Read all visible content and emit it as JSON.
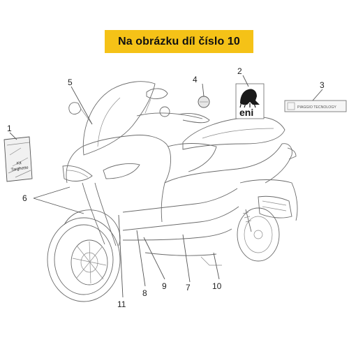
{
  "banner": {
    "text": "Na obrázku díl číslo 10",
    "color": "#f5c217"
  },
  "callouts": {
    "c1": "1",
    "c2": "2",
    "c3": "3",
    "c4": "4",
    "c5": "5",
    "c6": "6",
    "c7": "7",
    "c8": "8",
    "c9": "9",
    "c10": "10",
    "c11": "11"
  },
  "parts": {
    "kit_label_line1": "Kit",
    "kit_label_line2": "Targhette",
    "eni_logo_text": "eni",
    "piaggio_badge_text": "PIAGGIO TECNOLOGY"
  },
  "icons": {
    "kit_bag": "plastic-bag-icon",
    "eni_logo": "six-legged-dog-eni-logo",
    "badge": "brand-badge-icon",
    "round_emblem": "round-emblem-icon"
  }
}
